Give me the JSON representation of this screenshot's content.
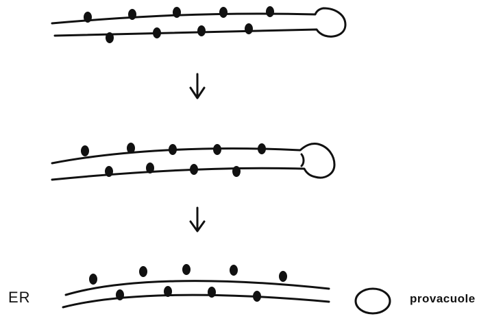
{
  "diagram": {
    "description_labels": {
      "er": "ER",
      "provacuole": "provacuole"
    },
    "stages": [
      {
        "id": "stage-1",
        "bud": "attached"
      },
      {
        "id": "stage-2",
        "bud": "constricting"
      },
      {
        "id": "stage-3",
        "bud": "released"
      }
    ],
    "colors": {
      "ink": "#111111",
      "paper": "#ffffff"
    }
  }
}
